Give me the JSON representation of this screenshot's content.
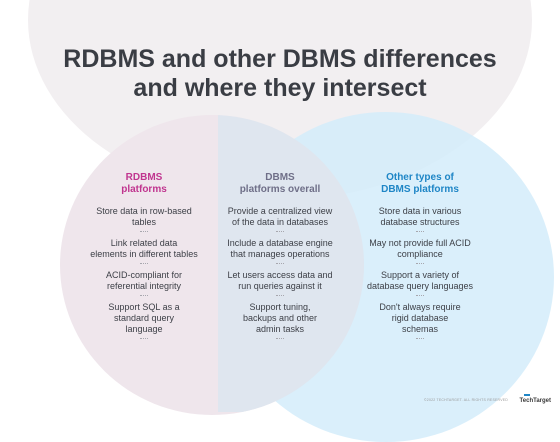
{
  "title": {
    "line1": "RDBMS and other DBMS differences",
    "line2": "and where they intersect"
  },
  "columns": [
    {
      "heading": [
        "RDBMS",
        "platforms"
      ],
      "items": [
        [
          "Store data in row-based",
          "tables"
        ],
        [
          "Link related data",
          "elements in different tables"
        ],
        [
          "ACID-compliant for",
          "referential integrity"
        ],
        [
          "Support SQL as a",
          "standard query",
          "language"
        ]
      ]
    },
    {
      "heading": [
        "DBMS",
        "platforms overall"
      ],
      "items": [
        [
          "Provide a centralized view",
          "of the data in databases"
        ],
        [
          "Include a database engine",
          "that manages operations"
        ],
        [
          "Let users access data and",
          "run queries against it"
        ],
        [
          "Support tuning,",
          "backups and other",
          "admin tasks"
        ]
      ]
    },
    {
      "heading": [
        "Other types of",
        "DBMS platforms"
      ],
      "items": [
        [
          "Store data in various",
          "database structures"
        ],
        [
          "May not provide full ACID",
          "compliance"
        ],
        [
          "Support a variety of",
          "database query languages"
        ],
        [
          "Don't always require",
          "rigid database",
          "schemas"
        ]
      ]
    }
  ],
  "footer": {
    "copyright": "©2022 TECHTARGET. ALL RIGHTS RESERVED",
    "logo": "TechTarget"
  },
  "colors": {
    "rdbms_heading": "#c0358f",
    "dbms_heading": "#6f6f88",
    "other_heading": "#1f86c6"
  }
}
